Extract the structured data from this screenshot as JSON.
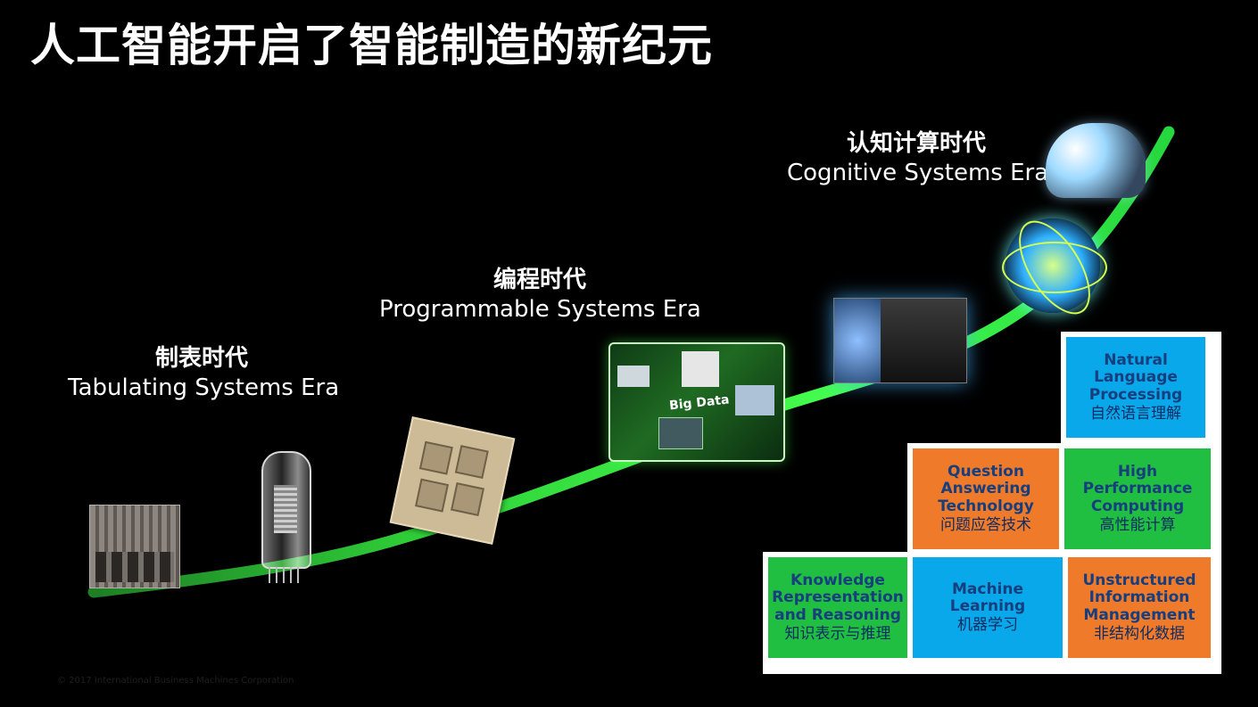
{
  "slide": {
    "title": "人工智能开启了智能制造的新纪元",
    "copyright": "© 2017 International Business Machines Corporation"
  },
  "eras": [
    {
      "zh": "制表时代",
      "en": "Tabulating Systems Era"
    },
    {
      "zh": "编程时代",
      "en": "Programmable Systems Era"
    },
    {
      "zh": "认知计算时代",
      "en": "Cognitive Systems Era"
    }
  ],
  "illustration": {
    "big_data_label": "Big Data"
  },
  "capabilities": [
    {
      "en": "Natural Language Processing",
      "zh": "自然语言理解",
      "color": "#08a8ea"
    },
    {
      "en": "Question Answering Technology",
      "zh": "问题应答技术",
      "color": "#ef7a2a"
    },
    {
      "en": "High Performance Computing",
      "zh": "高性能计算",
      "color": "#20bf42"
    },
    {
      "en": "Knowledge Representation and Reasoning",
      "zh": "知识表示与推理",
      "color": "#20bf42"
    },
    {
      "en": "Machine Learning",
      "zh": "机器学习",
      "color": "#08a8ea"
    },
    {
      "en": "Unstructured Information Management",
      "zh": "非结构化数据",
      "color": "#ef7a2a"
    }
  ],
  "colors": {
    "background": "#000000",
    "curve": "#34ff45",
    "blue": "#08a8ea",
    "orange": "#ef7a2a",
    "green": "#20bf42"
  }
}
